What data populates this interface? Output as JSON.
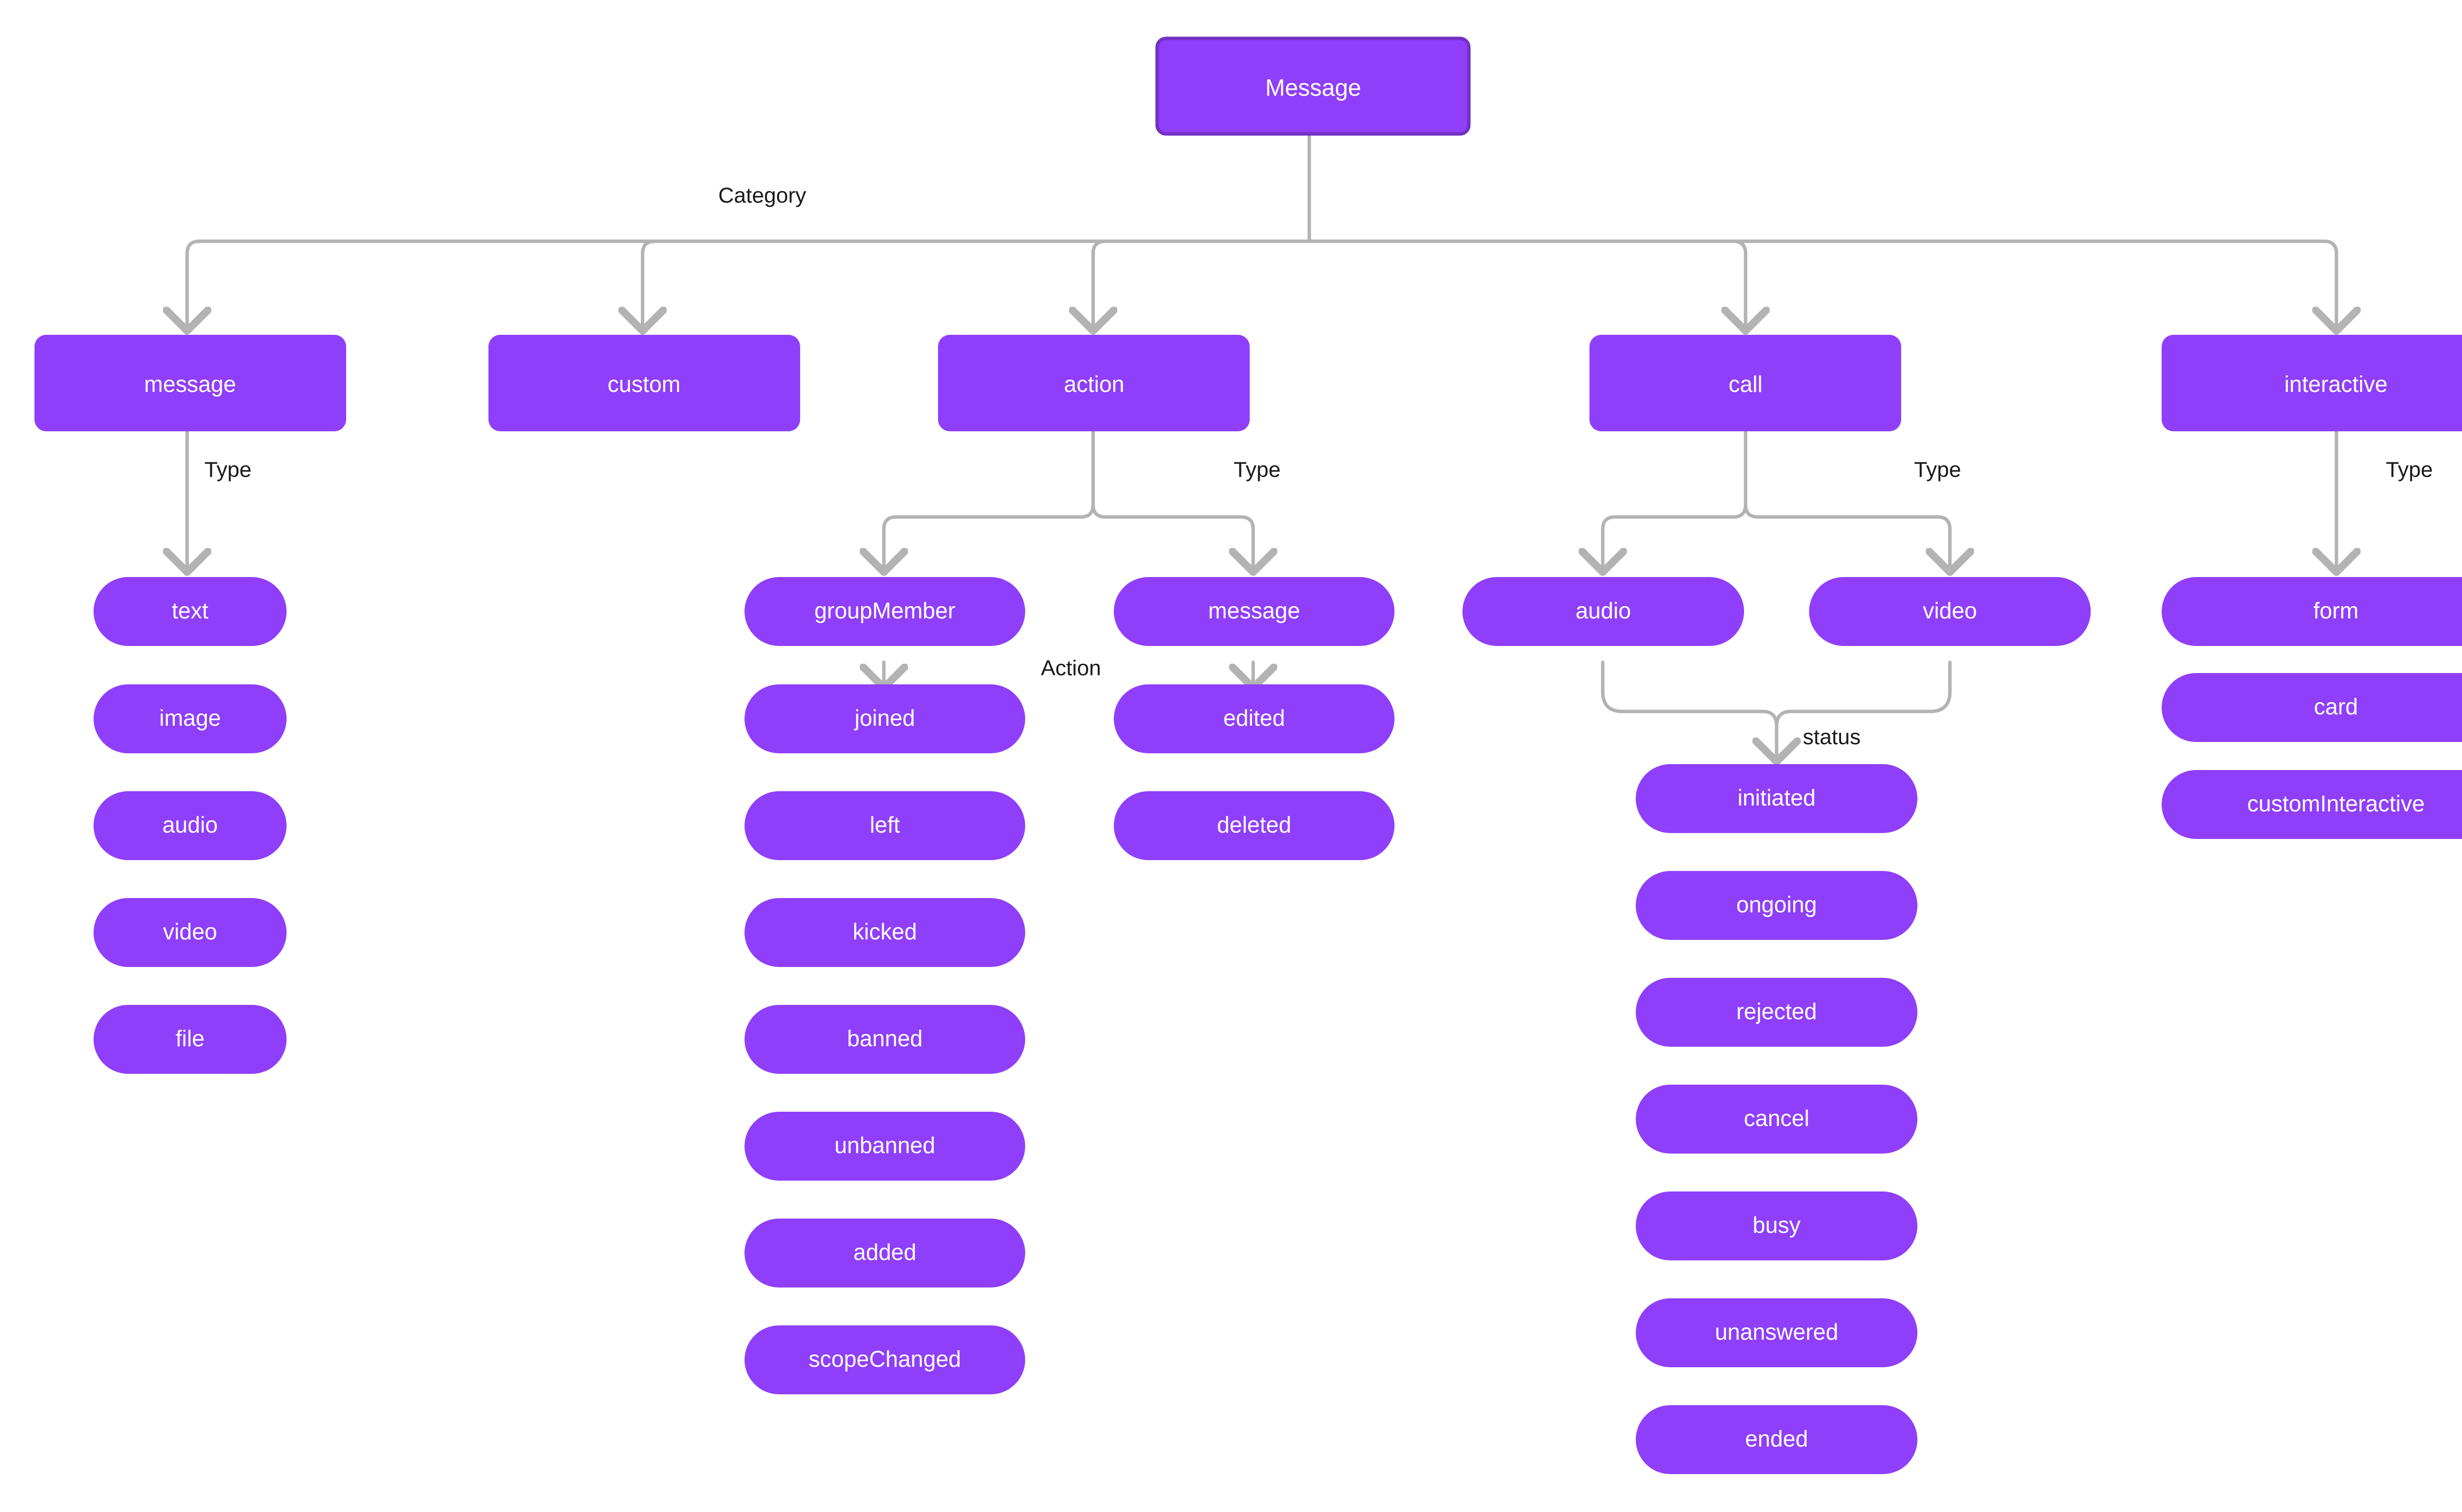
{
  "diagram": {
    "title": "Message",
    "background_color": "#ffffff",
    "node_fill": "#8F3FFA",
    "node_border": "#7331C4",
    "edge_color": "#b3b3b3",
    "label_color": "#1a1a1a",
    "node_text_color": "#ffffff",
    "root": {
      "id": "root",
      "label": "Message",
      "shape": "rect"
    },
    "edge_labels": {
      "category": "Category",
      "type": "Type",
      "action": "Action",
      "status": "status"
    },
    "categories": [
      {
        "id": "message",
        "label": "message",
        "shape": "rounded"
      },
      {
        "id": "custom",
        "label": "custom",
        "shape": "rounded"
      },
      {
        "id": "action",
        "label": "action",
        "shape": "rounded"
      },
      {
        "id": "call",
        "label": "call",
        "shape": "rounded"
      },
      {
        "id": "interactive",
        "label": "interactive",
        "shape": "rounded"
      }
    ],
    "message_types": [
      {
        "id": "text",
        "label": "text",
        "shape": "pill"
      },
      {
        "id": "image",
        "label": "image",
        "shape": "pill"
      },
      {
        "id": "audio_msg",
        "label": "audio",
        "shape": "pill"
      },
      {
        "id": "video_msg",
        "label": "video",
        "shape": "pill"
      },
      {
        "id": "file",
        "label": "file",
        "shape": "pill"
      }
    ],
    "action_types": [
      {
        "id": "groupMember",
        "label": "groupMember",
        "shape": "pill"
      },
      {
        "id": "action_message",
        "label": "message",
        "shape": "pill"
      }
    ],
    "groupmember_actions": [
      {
        "id": "joined",
        "label": "joined",
        "shape": "pill"
      },
      {
        "id": "left",
        "label": "left",
        "shape": "pill"
      },
      {
        "id": "kicked",
        "label": "kicked",
        "shape": "pill"
      },
      {
        "id": "banned",
        "label": "banned",
        "shape": "pill"
      },
      {
        "id": "unbanned",
        "label": "unbanned",
        "shape": "pill"
      },
      {
        "id": "added",
        "label": "added",
        "shape": "pill"
      },
      {
        "id": "scopeChanged",
        "label": "scopeChanged",
        "shape": "pill"
      }
    ],
    "message_actions": [
      {
        "id": "edited",
        "label": "edited",
        "shape": "pill"
      },
      {
        "id": "deleted",
        "label": "deleted",
        "shape": "pill"
      }
    ],
    "call_types": [
      {
        "id": "call_audio",
        "label": "audio",
        "shape": "pill"
      },
      {
        "id": "call_video",
        "label": "video",
        "shape": "pill"
      }
    ],
    "call_statuses": [
      {
        "id": "initiated",
        "label": "initiated",
        "shape": "pill"
      },
      {
        "id": "ongoing",
        "label": "ongoing",
        "shape": "pill"
      },
      {
        "id": "rejected",
        "label": "rejected",
        "shape": "pill"
      },
      {
        "id": "cancel",
        "label": "cancel",
        "shape": "pill"
      },
      {
        "id": "busy",
        "label": "busy",
        "shape": "pill"
      },
      {
        "id": "unanswered",
        "label": "unanswered",
        "shape": "pill"
      },
      {
        "id": "ended",
        "label": "ended",
        "shape": "pill"
      }
    ],
    "interactive_types": [
      {
        "id": "form",
        "label": "form",
        "shape": "pill"
      },
      {
        "id": "card",
        "label": "card",
        "shape": "pill"
      },
      {
        "id": "customInteractive",
        "label": "customInteractive",
        "shape": "pill"
      }
    ]
  }
}
